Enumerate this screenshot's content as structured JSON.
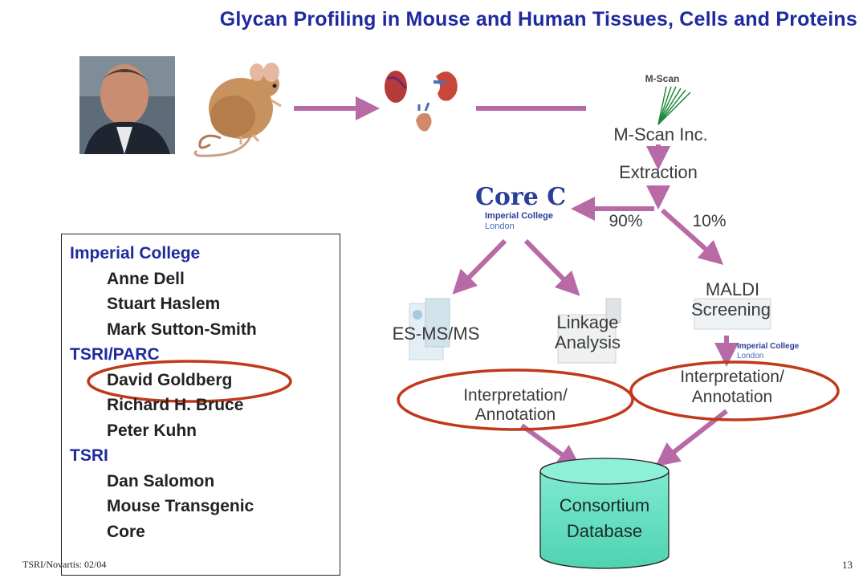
{
  "slide": {
    "title": "Glycan Profiling in Mouse and Human Tissues, Cells and Proteins",
    "footer_left": "TSRI/Novartis: 02/04",
    "page_number": "13"
  },
  "flow": {
    "mscan_logo": "M-Scan",
    "mscan_inc": "M-Scan Inc.",
    "extraction": "Extraction",
    "core_c": "Core C",
    "imperial_college": "Imperial College",
    "london": "London",
    "split_90": "90%",
    "split_10": "10%",
    "esms": "ES-MS/MS",
    "linkage_1": "Linkage",
    "linkage_2": "Analysis",
    "maldi_1": "MALDI",
    "maldi_2": "Screening",
    "interp_left_1": "Interpretation/",
    "interp_left_2": "Annotation",
    "interp_right_1": "Interpretation/",
    "interp_right_2": "Annotation",
    "db_1": "Consortium",
    "db_2": "Database"
  },
  "members": {
    "groups": [
      {
        "name": "Imperial College",
        "people": [
          "Anne Dell",
          "Stuart Haslem",
          "Mark Sutton-Smith"
        ]
      },
      {
        "name": "TSRI/PARC",
        "people": [
          "David Goldberg",
          "Richard H. Bruce",
          "Peter Kuhn"
        ]
      },
      {
        "name": "TSRI",
        "people": [
          "Dan Salomon",
          "Mouse Transgenic",
          "Core"
        ]
      }
    ]
  },
  "colors": {
    "title": "#1f2a9e",
    "arrow": "#b76aa6",
    "highlight_ellipse": "#c0391b",
    "database_fill": "#66e0c0"
  }
}
